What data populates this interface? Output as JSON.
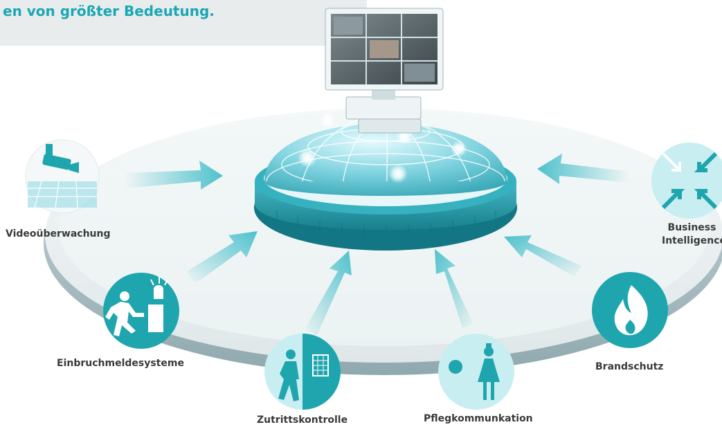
{
  "headline": "en von größter Bedeutung.",
  "colors": {
    "accent": "#1aa7b5",
    "circle_fill": "#1fa5ad",
    "arrow": "#4fc1cc",
    "platform": "#e8eef0",
    "dome": "#7fd3df"
  },
  "systems": [
    {
      "label": "Videoüberwachung",
      "icon": "security-camera-icon"
    },
    {
      "label": "Einbruchmeldesysteme",
      "icon": "intruder-alarm-icon"
    },
    {
      "label": "Zutrittskontrolle",
      "icon": "door-access-icon"
    },
    {
      "label": "Pflegkommunkation",
      "icon": "nurse-call-icon"
    },
    {
      "label": "Brandschutz",
      "icon": "flame-icon"
    },
    {
      "label": "Business\nIntelligence",
      "icon": "arrows-converge-icon"
    }
  ],
  "hub": {
    "icon": "surveillance-monitor-icon"
  }
}
